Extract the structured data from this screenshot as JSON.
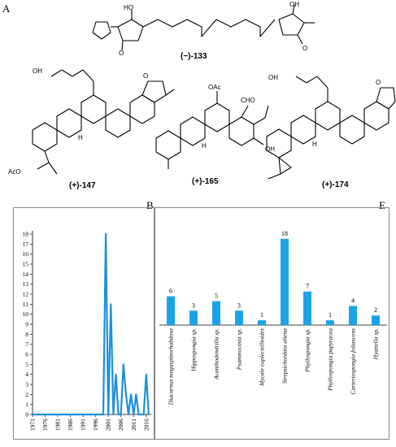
{
  "panels": {
    "a": "A",
    "b": "B",
    "e": "E"
  },
  "compounds": [
    {
      "id": "(−)-133"
    },
    {
      "id": "(+)-147"
    },
    {
      "id": "(+)-165"
    },
    {
      "id": "(+)-174"
    }
  ],
  "chem_labels": {
    "HO": "HO",
    "OH": "OH",
    "O": "O",
    "AcO": "AcO",
    "OAc": "OAc",
    "CHO": "CHO",
    "H": "H"
  },
  "chart_data": [
    {
      "type": "line",
      "panel": "B",
      "x_ticks": [
        "1971",
        "1976",
        "1981",
        "1986",
        "1991",
        "1996",
        "2001",
        "2006",
        "2011",
        "2016"
      ],
      "y_ticks": [
        "0",
        "1",
        "2",
        "3",
        "4",
        "5",
        "6",
        "7",
        "8",
        "9",
        "10",
        "11",
        "12",
        "13",
        "14",
        "15",
        "16",
        "17",
        "18"
      ],
      "xlim": [
        1971,
        2018
      ],
      "ylim": [
        0,
        18
      ],
      "x": [
        1971,
        1972,
        1973,
        1974,
        1975,
        1976,
        1977,
        1978,
        1979,
        1980,
        1981,
        1982,
        1983,
        1984,
        1985,
        1986,
        1987,
        1988,
        1989,
        1990,
        1991,
        1992,
        1993,
        1994,
        1995,
        1996,
        1997,
        1998,
        1999,
        2000,
        2001,
        2002,
        2003,
        2004,
        2005,
        2006,
        2007,
        2008,
        2009,
        2010,
        2011,
        2012,
        2013,
        2014,
        2015,
        2016,
        2017
      ],
      "y": [
        0,
        0,
        0,
        0,
        0,
        0,
        0,
        0,
        0,
        0,
        0,
        0,
        0,
        0,
        0,
        0,
        0,
        0,
        0,
        0,
        0,
        0,
        0,
        0,
        0,
        0,
        0,
        0,
        0,
        18,
        0,
        11,
        0,
        4,
        0,
        0,
        5,
        2,
        0,
        2,
        0,
        2,
        0,
        0,
        0,
        4,
        0
      ],
      "color": "#1E90D6"
    },
    {
      "type": "bar",
      "panel": "E",
      "categories": [
        "Diacarnus megaspinorhabdosa",
        "Hippospongia sp.",
        "Acanthodendrilla sp.",
        "Psammocinia sp.",
        "Mycale euplectellioides",
        "Strepsichordaia aliena",
        "Phyllospongia sp.",
        "Phyllospongia papyracea",
        "Carteriospongia foliascens",
        "Hyattella sp."
      ],
      "values": [
        6,
        3,
        5,
        3,
        1,
        18,
        7,
        1,
        4,
        2
      ],
      "data_labels": [
        "6",
        "3",
        "5",
        "3",
        "1",
        "18",
        "7",
        "1",
        "4",
        "2"
      ],
      "ylim": [
        0,
        20
      ],
      "color": "#1BA3E8"
    }
  ]
}
